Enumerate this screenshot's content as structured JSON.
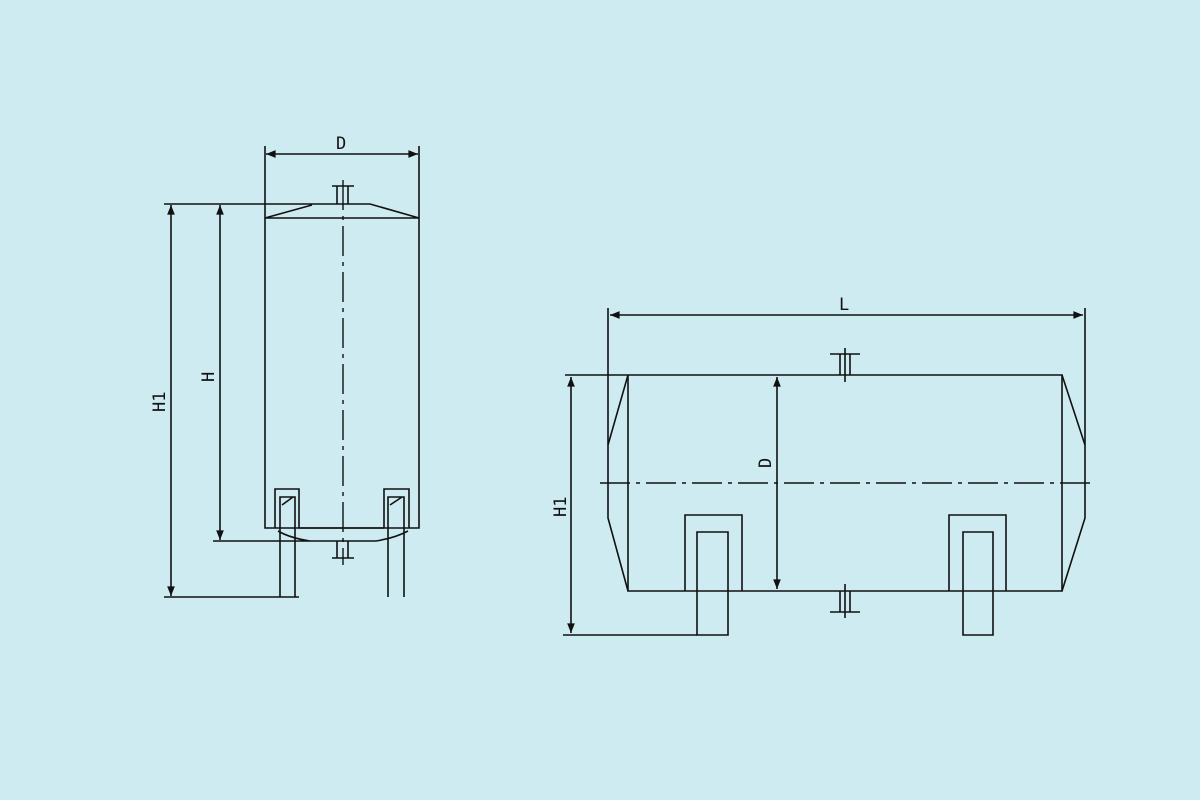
{
  "vertical_vessel": {
    "width_label": "D",
    "height_label": "H",
    "total_height_label": "H1"
  },
  "horizontal_vessel": {
    "length_label": "L",
    "diameter_label": "D",
    "total_height_label": "H1"
  },
  "colors": {
    "background": "#cdebf0",
    "line": "#111111"
  }
}
